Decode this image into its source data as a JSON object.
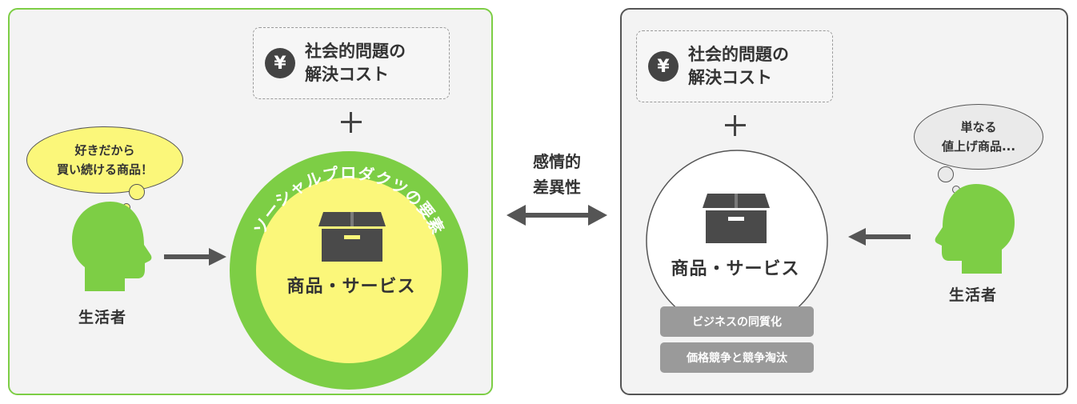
{
  "left_panel": {
    "cost_box": {
      "line1": "社会的問題の",
      "line2": "解決コスト",
      "icon": "yen-icon",
      "symbol": "¥"
    },
    "bubble": {
      "line1": "好きだから",
      "line2": "買い続ける商品！"
    },
    "person_label": "生活者",
    "ring_text": "ソーシャルプロダクツの要素",
    "product_label": "商品・サービス"
  },
  "center": {
    "line1": "感情的",
    "line2": "差異性"
  },
  "right_panel": {
    "cost_box": {
      "line1": "社会的問題の",
      "line2": "解決コスト",
      "icon": "yen-icon",
      "symbol": "¥"
    },
    "bubble": {
      "line1": "単なる",
      "line2": "値上げ商品..."
    },
    "person_label": "生活者",
    "product_label": "商品・サービス",
    "tags": [
      "ビジネスの同質化",
      "価格競争と競争淘汰"
    ]
  },
  "colors": {
    "green": "#7dce45",
    "yellow": "#fbf77a",
    "dark": "#444444",
    "grey_tag": "#9a9a9a",
    "panel_bg": "#f3f3f3"
  }
}
